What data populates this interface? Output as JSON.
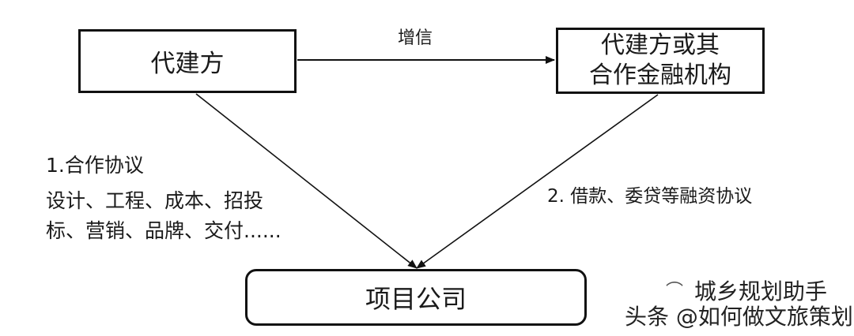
{
  "nodes": {
    "developer": "代建方",
    "partner_line1": "代建方或其",
    "partner_line2": "合作金融机构",
    "project_company": "项目公司"
  },
  "edges": {
    "credit_enhancement": "增信",
    "cooperation_agreement": "1.合作协议",
    "scope_line1": "设计、工程、成本、招投",
    "scope_line2": "标、营销、品牌、交付......",
    "loan_agreement": "2. 借款、委贷等融资协议"
  },
  "watermark": {
    "line1": "城乡规划助手",
    "line2": "头条 @如何做文旅策划"
  }
}
